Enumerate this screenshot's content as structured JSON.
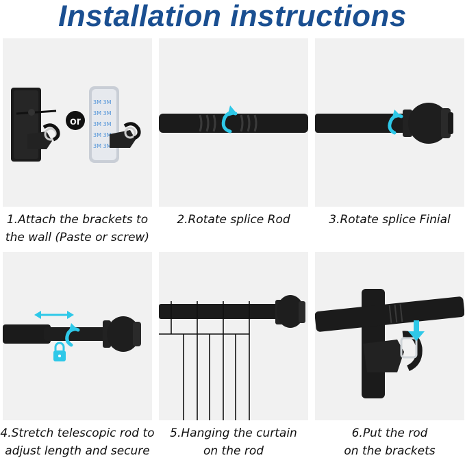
{
  "title": "Installation instructions",
  "or_label": "or",
  "steps": [
    {
      "line1": "1.Attach the brackets to",
      "line2": "the wall (Paste or screw)"
    },
    {
      "line1": "2.Rotate splice Rod",
      "line2": ""
    },
    {
      "line1": "3.Rotate splice Finial",
      "line2": ""
    },
    {
      "line1": "4.Stretch telescopic rod to",
      "line2": "adjust length and secure"
    },
    {
      "line1": "5.Hanging the curtain",
      "line2": "on the rod"
    },
    {
      "line1": "6.Put the rod",
      "line2": "on the brackets"
    }
  ],
  "colors": {
    "title": "#1a4f91",
    "panel_bg": "#f1f1f1",
    "rod": "#1b1b1b",
    "arrow": "#2ec8e8"
  }
}
